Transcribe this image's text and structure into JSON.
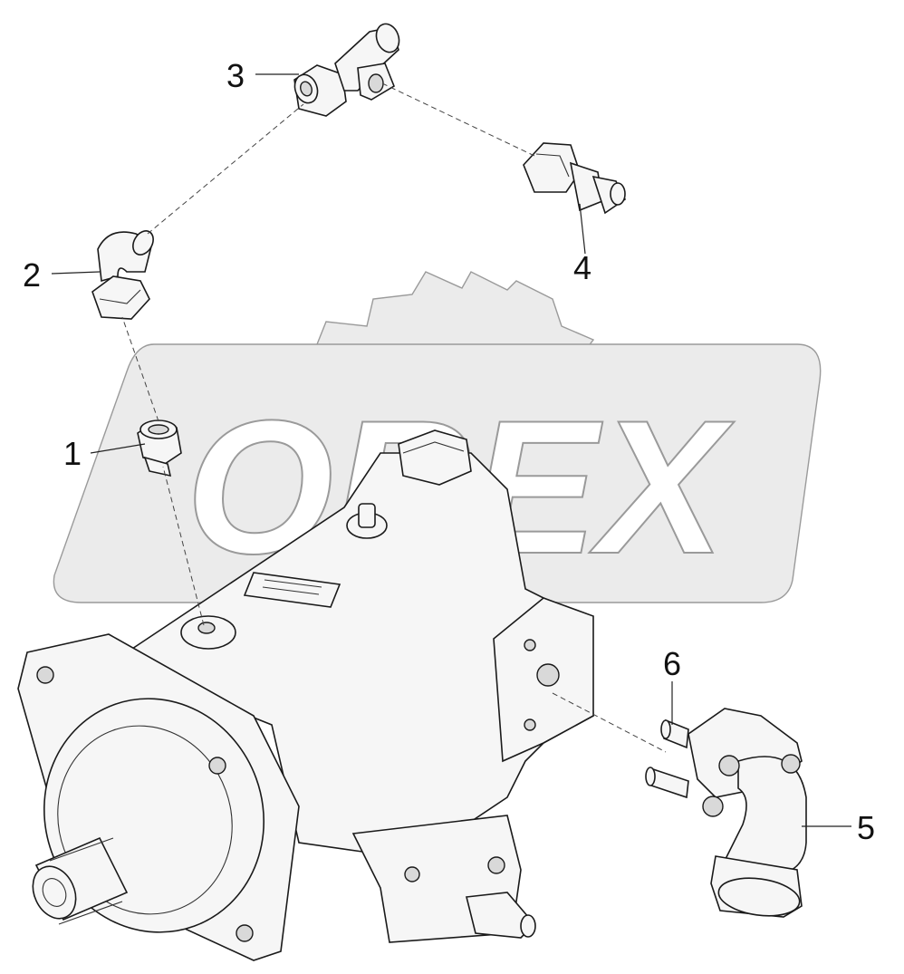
{
  "diagram": {
    "watermark": {
      "text": "OREX"
    },
    "callouts": [
      {
        "id": "1",
        "label": "1"
      },
      {
        "id": "2",
        "label": "2"
      },
      {
        "id": "3",
        "label": "3"
      },
      {
        "id": "4",
        "label": "4"
      },
      {
        "id": "5",
        "label": "5"
      },
      {
        "id": "6",
        "label": "6"
      }
    ]
  }
}
